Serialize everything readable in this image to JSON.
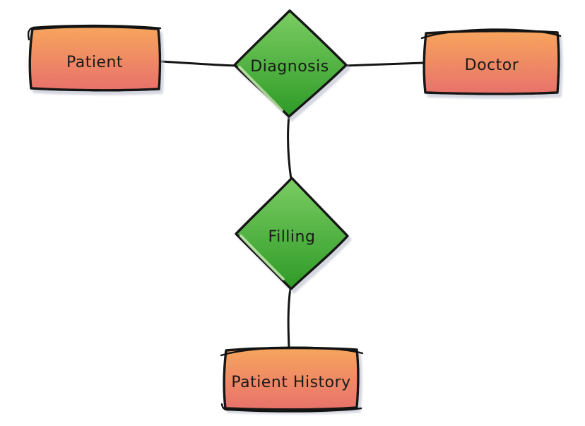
{
  "diagram": {
    "kind": "entity-relationship-diagram",
    "background": "#FFFFFF",
    "nodes": {
      "patient": {
        "label": "Patient",
        "type": "entity",
        "shape": "rectangle"
      },
      "doctor": {
        "label": "Doctor",
        "type": "entity",
        "shape": "rectangle"
      },
      "patient_history": {
        "label": "Patient History",
        "type": "entity",
        "shape": "rectangle"
      },
      "diagnosis": {
        "label": "Diagnosis",
        "type": "relationship",
        "shape": "diamond"
      },
      "filling": {
        "label": "Filling",
        "type": "relationship",
        "shape": "diamond"
      }
    },
    "edges": [
      {
        "from": "Patient",
        "to": "Diagnosis"
      },
      {
        "from": "Diagnosis",
        "to": "Doctor"
      },
      {
        "from": "Diagnosis",
        "to": "Filling"
      },
      {
        "from": "Filling",
        "to": "Patient History"
      }
    ],
    "colors": {
      "entity_top": "#F7A55D",
      "entity_bottom": "#E8716B",
      "relationship_top": "#7BCD63",
      "relationship_bottom": "#2E9A26",
      "outline": "#121212",
      "label_text": "#1A1A1A",
      "shadow": "#B9BCCC"
    }
  }
}
